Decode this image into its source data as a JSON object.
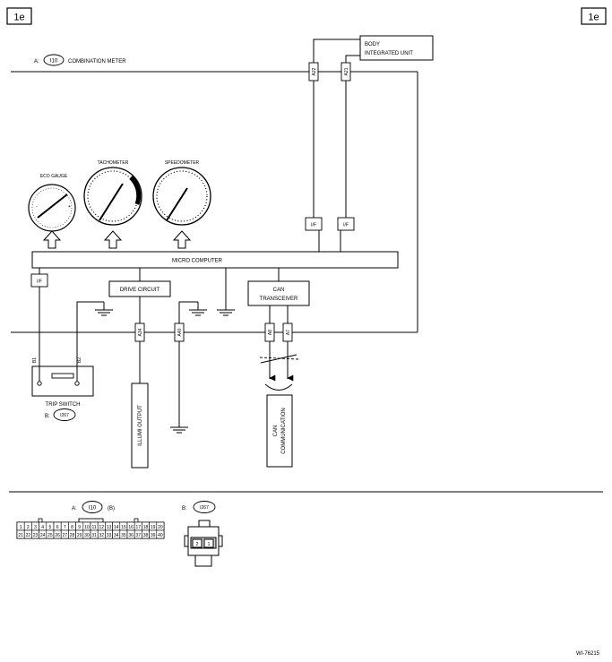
{
  "page_refs": {
    "left": "1e",
    "right": "1e"
  },
  "figure_id": "WI-76215",
  "meter": {
    "letter": "A:",
    "connector": "I10",
    "name": "COMBINATION METER"
  },
  "body_unit": {
    "line1": "BODY",
    "line2": "INTEGRATED UNIT"
  },
  "gauges": {
    "eco": "ECO GAUGE",
    "tacho": "TACHOMETER",
    "speedo": "SPEEDOMETER",
    "eco_minus": "-",
    "eco_plus": "+"
  },
  "blocks": {
    "micro": "MICRO COMPUTER",
    "drive": "DRIVE CIRCUIT",
    "can_line1": "CAN",
    "can_line2": "TRANSCEIVER",
    "if": "I/F"
  },
  "pins": {
    "a22": "A22",
    "a21": "A21",
    "a34": "A34",
    "a40": "A40",
    "a8": "A8",
    "a7": "A7",
    "b1": "B1",
    "b2": "B2"
  },
  "trip_switch": {
    "label": "TRIP SWITCH",
    "letter": "B:",
    "connector": "I267"
  },
  "outputs": {
    "illumi": "ILLUMI OUTPUT",
    "can_line1": "CAN",
    "can_line2": "COMMUNICATION"
  },
  "connector_a": {
    "letter": "A:",
    "code": "I10",
    "view": "(B)",
    "row1": [
      "1",
      "2",
      "3",
      "4",
      "5",
      "6",
      "7",
      "8",
      "9",
      "10",
      "11",
      "12",
      "13",
      "14",
      "15",
      "16",
      "17",
      "18",
      "19",
      "20"
    ],
    "row2": [
      "21",
      "22",
      "23",
      "24",
      "25",
      "26",
      "27",
      "28",
      "29",
      "30",
      "31",
      "32",
      "33",
      "34",
      "35",
      "36",
      "37",
      "38",
      "39",
      "40"
    ]
  },
  "connector_b": {
    "letter": "B:",
    "code": "I267",
    "pins": [
      "2",
      "1"
    ]
  }
}
